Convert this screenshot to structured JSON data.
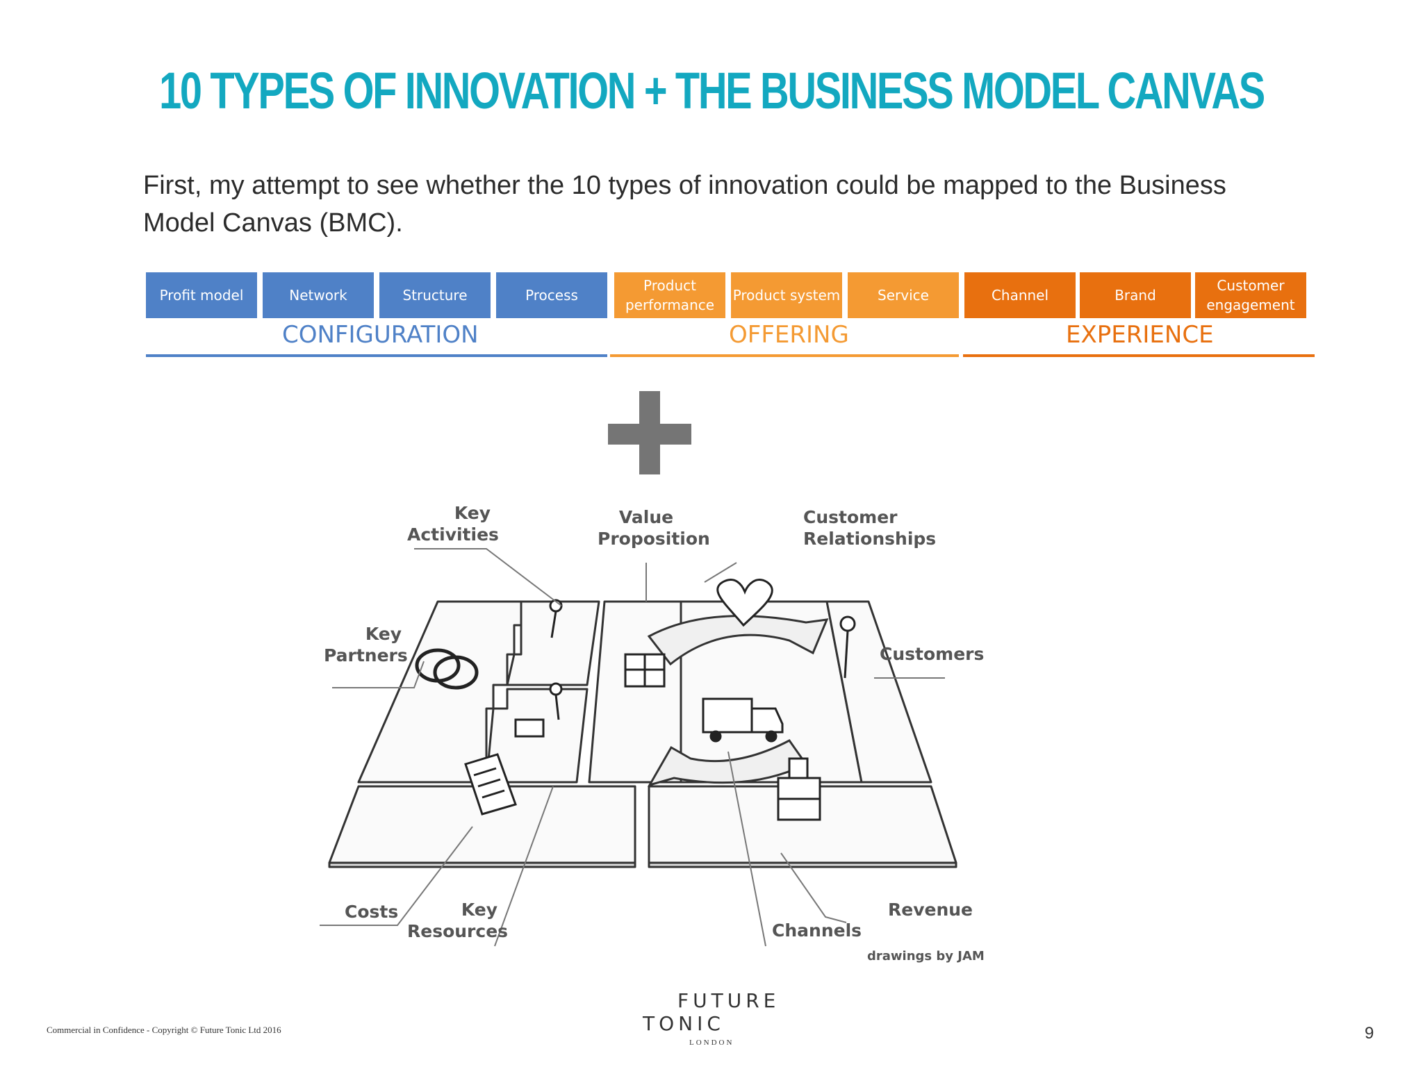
{
  "title": "10 TYPES OF INNOVATION + THE BUSINESS MODEL CANVAS",
  "intro": "First, my attempt to see whether the 10 types of innovation could be mapped to the Business Model Canvas (BMC).",
  "innovation_types": [
    {
      "label": "Profit model"
    },
    {
      "label": "Network"
    },
    {
      "label": "Structure"
    },
    {
      "label": "Process"
    },
    {
      "label": "Product performance"
    },
    {
      "label": "Product system"
    },
    {
      "label": "Service"
    },
    {
      "label": "Channel"
    },
    {
      "label": "Brand"
    },
    {
      "label": "Customer engagement"
    }
  ],
  "groups": [
    {
      "label": "CONFIGURATION",
      "color": "#4f81c7"
    },
    {
      "label": "OFFERING",
      "color": "#f49a33"
    },
    {
      "label": "EXPERIENCE",
      "color": "#e8700f"
    }
  ],
  "bmc_labels": {
    "key_activities": "Key Activities",
    "value_proposition": "Value Proposition",
    "customer_relationships": "Customer Relationships",
    "key_partners": "Key Partners",
    "customers": "Customers",
    "costs": "Costs",
    "key_resources": "Key Resources",
    "channels": "Channels",
    "revenue": "Revenue"
  },
  "credit": "drawings by JAM",
  "footer": {
    "confidentiality": "Commercial in Confidence  - Copyright © Future Tonic Ltd 2016",
    "logo_line1": "FUTURE",
    "logo_line2": "TONIC",
    "logo_line3": "LONDON",
    "page_number": "9"
  }
}
